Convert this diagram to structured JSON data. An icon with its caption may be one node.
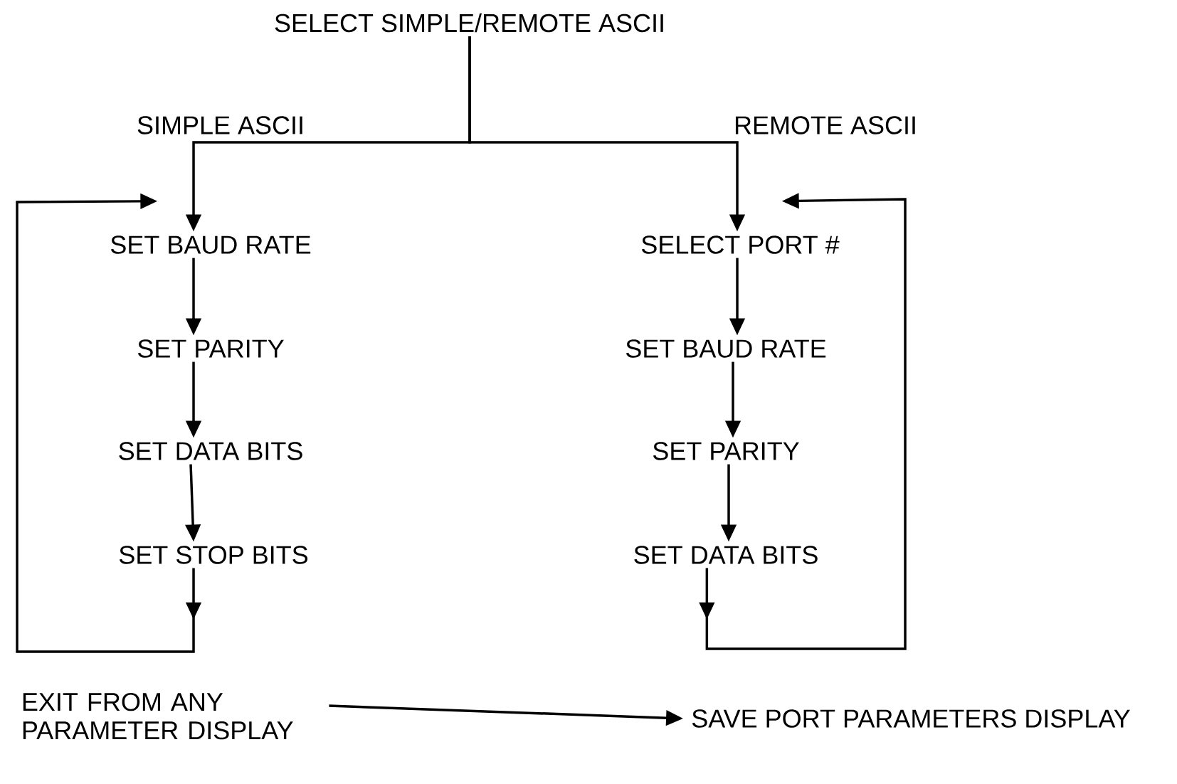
{
  "diagram": {
    "nodes": [
      {
        "text": [
          "SELECT SIMPLE/REMOTE ASCII"
        ]
      },
      {
        "text": [
          "SET BAUD RATE"
        ]
      },
      {
        "text": [
          "SET PARITY"
        ]
      },
      {
        "text": [
          "SET DATA BITS"
        ]
      },
      {
        "text": [
          "SET STOP BITS"
        ]
      },
      {
        "text": [
          "SELECT PORT #"
        ]
      },
      {
        "text": [
          "SET BAUD RATE"
        ]
      },
      {
        "text": [
          "SET PARITY"
        ]
      },
      {
        "text": [
          "SET DATA BITS"
        ]
      },
      {
        "text": [
          "EXIT FROM ANY PARAMETER DISPLAY"
        ]
      },
      {
        "text": [
          "SAVE PORT PARAMETERS DISPLAY"
        ]
      }
    ],
    "edges": [
      {
        "from": 0,
        "to": 1,
        "arrow": "to",
        "label": "SIMPLE ASCII"
      },
      {
        "from": 0,
        "to": 5,
        "arrow": "to",
        "label": "REMOTE ASCII"
      },
      {
        "from": 1,
        "to": 2,
        "arrow": "to"
      },
      {
        "from": 2,
        "to": 3,
        "arrow": "to"
      },
      {
        "from": 3,
        "to": 4,
        "arrow": "to"
      },
      {
        "from": 4,
        "to": 1,
        "arrow": "to"
      },
      {
        "from": 5,
        "to": 6,
        "arrow": "to"
      },
      {
        "from": 6,
        "to": 7,
        "arrow": "to"
      },
      {
        "from": 7,
        "to": 8,
        "arrow": "to"
      },
      {
        "from": 8,
        "to": 5,
        "arrow": "to"
      },
      {
        "from": 9,
        "to": 10,
        "arrow": "to"
      }
    ]
  }
}
